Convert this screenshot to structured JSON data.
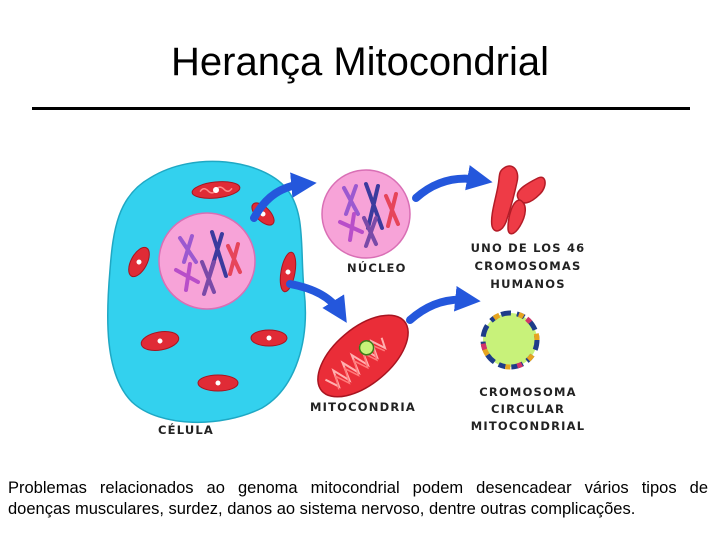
{
  "title": "Herança Mitocondrial",
  "labels": {
    "cell": "CÉLULA",
    "nucleus": "NÚCLEO",
    "mitochondrion": "MITOCONDRIA",
    "chromosome_lines": [
      "UNO DE LOS 46",
      "CROMOSOMAS",
      "HUMANOS"
    ],
    "circular_lines": [
      "CROMOSOMA",
      "CIRCULAR",
      "MITOCONDRIAL"
    ]
  },
  "caption_lines": [
    "Problemas relacionados ao genoma mitocondrial podem desencadear vários tipos de",
    "doenças musculares, surdez, danos ao sistema nervoso, dentre outras complicações."
  ],
  "colors": {
    "cell": "#33d1ee",
    "nucleus": "#f7a3d8",
    "mitochondrion": "#ea2d38",
    "arrow": "#2457dc",
    "chromosome": "#ee3b46",
    "circular_dna": "#c8f27a"
  }
}
